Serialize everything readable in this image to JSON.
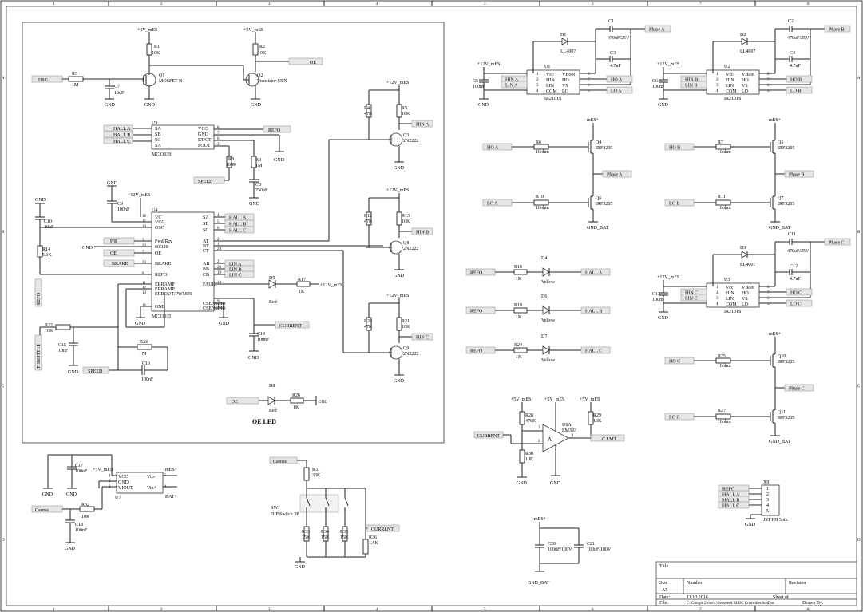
{
  "border": {
    "columns": [
      "1",
      "2",
      "3",
      "4",
      "5",
      "6",
      "7",
      "8"
    ],
    "rows": [
      "A",
      "B",
      "C",
      "D"
    ]
  },
  "nets": {
    "p5v_mes": "+5V_mES",
    "p12v_mes": "+12V_mES",
    "mes_plus": "mES+",
    "gnd": "GND",
    "gnd_bat": "GND_BAT"
  },
  "left_section": {
    "dsg": {
      "flag": "DSG",
      "r_ref": "R3",
      "r_val": "1M",
      "c_ref": "C7",
      "c_val": "10uF"
    },
    "q1": {
      "ref": "Q1",
      "type": "MOSFET N",
      "r_ref": "R1",
      "r_val": "10K"
    },
    "q2": {
      "ref": "Q2",
      "type": "Transistor NPN",
      "r_ref": "R2",
      "r_val": "10K",
      "flag": "OE"
    },
    "u3": {
      "ref": "U3",
      "part": "MC33039",
      "pins_left": [
        "SA",
        "SB",
        "SC",
        "SA"
      ],
      "pins_right": [
        "VCC",
        "GND",
        "RT/CT",
        "FOUT"
      ],
      "pin_numbers_right": [
        "8",
        "7",
        "6",
        "3"
      ],
      "inputs": [
        "HALL A",
        "HALL B",
        "HALL C"
      ],
      "refo": "REFO",
      "speed": "SPEED",
      "r_ref": "R8",
      "r_val": "100K",
      "r2_ref": "R9",
      "r2_val": "1M",
      "c_ref": "C8",
      "c_val": "750pF"
    },
    "u4": {
      "ref": "U4",
      "part": "MC33035",
      "pins_left": [
        "VC",
        "VCC",
        "OSC",
        "Fwd/Rev",
        "60/120",
        "OE",
        "BRAKE",
        "REFO",
        "ERRAMP",
        "ERRAMP",
        "ERROUT/PWMIN",
        "GND"
      ],
      "pin_numbers_left": [
        "18",
        "17",
        "10",
        "3",
        "22",
        "7",
        "23",
        "8",
        "11",
        "12",
        "13",
        "16"
      ],
      "pins_right": [
        "SA",
        "SB",
        "SC",
        "AT",
        "BT",
        "CT",
        "AB",
        "BB",
        "CB",
        "FAULT",
        "CSENSEIN",
        "CSENSEIN"
      ],
      "pin_numbers_right": [
        "4",
        "5",
        "6",
        "2",
        "1",
        "24",
        "21",
        "20",
        "19",
        "14",
        "9",
        "15"
      ],
      "outputs_hall": [
        "HALL A",
        "HALL B",
        "HALL C"
      ],
      "outputs_lin": [
        "LIN A",
        "LIN B",
        "LIN C"
      ],
      "fr": "F/R",
      "gnd_flag": "GND",
      "oe": "OE",
      "brake": "BRAKE",
      "refo": "REFO",
      "throttle": "THROTTLE",
      "speed": "SPEED",
      "current": "CURRENT"
    },
    "passives": {
      "c9": {
        "ref": "C9",
        "val": "100nF"
      },
      "c10": {
        "ref": "C10",
        "val": "10uF"
      },
      "r14": {
        "ref": "R14",
        "val": "5.1K"
      },
      "r22": {
        "ref": "R22",
        "val": "10K"
      },
      "c15": {
        "ref": "C15",
        "val": "10nF"
      },
      "r23": {
        "ref": "R23",
        "val": "1M"
      },
      "c16": {
        "ref": "C16",
        "val": "100nF"
      },
      "c14": {
        "ref": "C14",
        "val": "100nF"
      },
      "d5": {
        "ref": "D5",
        "val": "Red"
      },
      "r17": {
        "ref": "R17",
        "val": "1K"
      }
    },
    "q3": {
      "ref": "Q3",
      "type": "2N2222",
      "r_a": "R4",
      "r_a_val": "47K",
      "r_b": "R5",
      "r_b_val": "10K",
      "flag": "HIN A"
    },
    "q8": {
      "ref": "Q8",
      "type": "2N2222",
      "r_a": "R12",
      "r_a_val": "47K",
      "r_b": "R13",
      "r_b_val": "10K",
      "flag": "HIN B"
    },
    "q9": {
      "ref": "Q9",
      "type": "2N2222",
      "r_a": "R20",
      "r_a_val": "47K",
      "r_b": "R21",
      "r_b_val": "10K",
      "flag": "HIN C"
    },
    "oe_led": {
      "flag": "OE",
      "d_ref": "D8",
      "d_val": "Red",
      "r_ref": "R26",
      "r_val": "1K",
      "gnd": "GND",
      "title": "OE LED"
    }
  },
  "power": {
    "u7": {
      "ref": "U7",
      "pins": [
        "VCC",
        "GND",
        "VIOUT",
        "Vin-",
        "Vin+"
      ],
      "pin_numbers": [
        "1",
        "2",
        "3",
        "5",
        "4"
      ],
      "mes": "mES+",
      "bat": "BAT+"
    },
    "c17": {
      "ref": "C17",
      "val": "100nF"
    },
    "r32": {
      "ref": "R32",
      "val": "10K"
    },
    "c18": {
      "ref": "C18",
      "val": "100nF"
    },
    "csense": "Csense"
  },
  "dip": {
    "csense": "Csense",
    "r31": {
      "ref": "R31",
      "val": "33K"
    },
    "sw": {
      "ref": "SW1",
      "part": "DIP Switch 3P"
    },
    "r33": {
      "ref": "R33",
      "val": "15K"
    },
    "r34": {
      "ref": "R34",
      "val": "15K"
    },
    "r35": {
      "ref": "R35",
      "val": "15K"
    },
    "r36": {
      "ref": "R36",
      "val": "1.5K"
    },
    "current": "CURRENT"
  },
  "drivers": [
    {
      "ref": "U1",
      "part": "IR2101S",
      "d_ref": "D1",
      "d_val": "LL4007",
      "c1_ref": "C1",
      "c1_val": "470uF/25V",
      "c2_ref": "C3",
      "c2_val": "4.7uF",
      "cin_ref": "C5",
      "cin_val": "100nF",
      "phase": "Phase A",
      "hin": "HIN A",
      "lin": "LIN A",
      "ho": "HO A",
      "lo": "LO A"
    },
    {
      "ref": "U2",
      "part": "IR2101S",
      "d_ref": "D2",
      "d_val": "LL4007",
      "c1_ref": "C2",
      "c1_val": "470uF/25V",
      "c2_ref": "C4",
      "c2_val": "4.7uF",
      "cin_ref": "C6",
      "cin_val": "100nF",
      "phase": "Phase B",
      "hin": "HIN B",
      "lin": "LIN B",
      "ho": "HO B",
      "lo": "LO B"
    },
    {
      "ref": "U5",
      "part": "IR2101S",
      "d_ref": "D3",
      "d_val": "LL4007",
      "c1_ref": "C11",
      "c1_val": "470uF/25V",
      "c2_ref": "C12",
      "c2_val": "4.7uF",
      "cin_ref": "C13",
      "cin_val": "100nF",
      "phase": "Phase C",
      "hin": "HIN C",
      "lin": "LIN C",
      "ho": "HO C",
      "lo": "LO C"
    }
  ],
  "driver_pins": {
    "left": [
      "Vcc",
      "HIN",
      "LIN",
      "COM"
    ],
    "right": [
      "VBoot",
      "HO",
      "VS",
      "LO"
    ],
    "nums_left": [
      "1",
      "2",
      "3",
      "4"
    ],
    "nums_right": [
      "8",
      "7",
      "6",
      "5"
    ]
  },
  "mosfets": [
    {
      "in": "HO A",
      "r_ref": "R6",
      "r_val": "10ohm",
      "q_ref": "Q4",
      "q_val": "IRF3205",
      "top": "mES+"
    },
    {
      "in": "LO A",
      "r_ref": "R10",
      "r_val": "10ohm",
      "q_ref": "Q6",
      "q_val": "IRF3205",
      "phase": "Phase A"
    },
    {
      "in": "HO B",
      "r_ref": "R7",
      "r_val": "10ohm",
      "q_ref": "Q5",
      "q_val": "IRF3205",
      "top": "mES+"
    },
    {
      "in": "LO B",
      "r_ref": "R11",
      "r_val": "10ohm",
      "q_ref": "Q7",
      "q_val": "IRF3205",
      "phase": "Phase B"
    },
    {
      "in": "HO C",
      "r_ref": "R25",
      "r_val": "10ohm",
      "q_ref": "Q10",
      "q_val": "IRF3205",
      "top": "mES+"
    },
    {
      "in": "LO C",
      "r_ref": "R27",
      "r_val": "10ohm",
      "q_ref": "Q11",
      "q_val": "IRF3205",
      "phase": "Phase C"
    }
  ],
  "leds": [
    {
      "in": "REFO",
      "r_ref": "R16",
      "r_val": "1K",
      "d_ref": "D4",
      "d_val": "Yellow",
      "out": "HALL A"
    },
    {
      "in": "REFO",
      "r_ref": "R19",
      "r_val": "1K",
      "d_ref": "D6",
      "d_val": "Yellow",
      "out": "HALL B"
    },
    {
      "in": "REFO",
      "r_ref": "R24",
      "r_val": "1K",
      "d_ref": "D7",
      "d_val": "Yellow",
      "out": "HALL C"
    }
  ],
  "comparator": {
    "ref": "U6A",
    "part": "LM393",
    "in": "CURRENT",
    "out": "C LMT",
    "r28": {
      "ref": "R28",
      "val": "470K"
    },
    "r30": {
      "ref": "R30",
      "val": "10K"
    },
    "r29": {
      "ref": "R29",
      "val": "10K"
    },
    "pin_plus": "3",
    "pin_minus": "2",
    "pin_out": "1",
    "label_a": "A"
  },
  "bulk_caps": {
    "c20": {
      "ref": "C20",
      "val": "100uF/100V"
    },
    "c21": {
      "ref": "C21",
      "val": "100uF/100V"
    }
  },
  "connector": {
    "ref": "X9",
    "part": "JST PH 5pin",
    "pins": [
      "REFO",
      "HALL A",
      "HALL B",
      "HALL C",
      ""
    ],
    "nums": [
      "1",
      "2",
      "3",
      "4",
      "5"
    ]
  },
  "title_block": {
    "title_label": "Title",
    "size_label": "Size",
    "size_value": "A5",
    "number_label": "Number",
    "revision_label": "Revision",
    "date_label": "Date:",
    "date_value": "11.10.2016",
    "file_label": "File:",
    "file_value": "C:\\Google Drive\\..\\Sensored BLDC Controller.SchDoc",
    "sheet_label": "Sheet    of",
    "drawn_label": "Drawn By:"
  }
}
